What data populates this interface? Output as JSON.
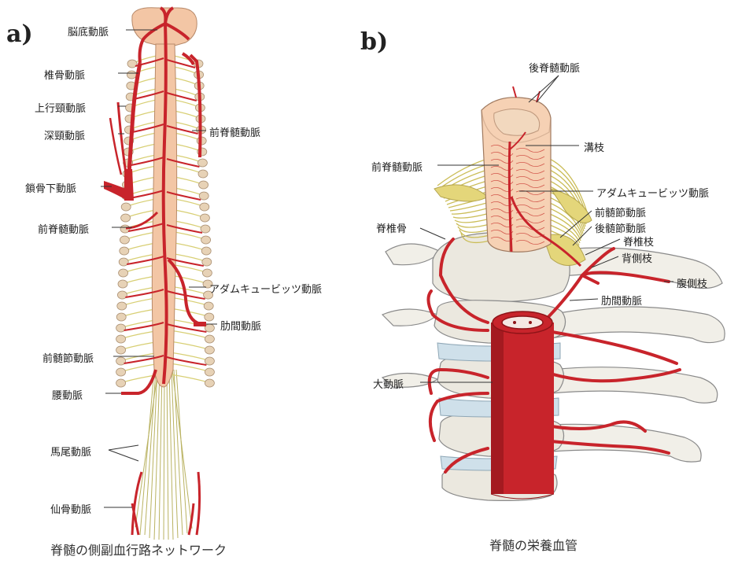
{
  "panel_a": {
    "letter": "a)",
    "caption": "脊髄の側副血行路ネットワーク",
    "labels": {
      "basilar": "脳底動脈",
      "vertebral": "椎骨動脈",
      "ascending_cervical": "上行頸動脈",
      "deep_cervical": "深頸動脈",
      "subclavian": "鎖骨下動脈",
      "anterior_spinal_left": "前脊髄動脈",
      "anterior_spinal_right": "前脊髄動脈",
      "adamkiewicz": "アダムキュービッツ動脈",
      "intercostal": "肋間動脈",
      "anterior_radicular": "前髄節動脈",
      "lumbar": "腰動脈",
      "cauda_equina": "馬尾動脈",
      "sacral": "仙骨動脈"
    }
  },
  "panel_b": {
    "letter": "b)",
    "caption": "脊髄の栄養血管",
    "labels": {
      "posterior_spinal": "後脊髄動脈",
      "sulcal": "溝枝",
      "anterior_spinal": "前脊髄動脈",
      "adamkiewicz": "アダムキュービッツ動脈",
      "anterior_radicular": "前髄節動脈",
      "posterior_radicular": "後髄節動脈",
      "spinal_branch": "脊椎枝",
      "vertebra": "脊椎骨",
      "dorsal_branch": "背側枝",
      "ventral_branch": "腹側枝",
      "intercostal": "肋間動脈",
      "aorta": "大動脈"
    }
  },
  "colors": {
    "artery": "#c8242b",
    "artery_dark": "#8e1418",
    "cord": "#f3c6a5",
    "bone": "#e9e6dc",
    "nerve": "#d8cf74",
    "disc": "#cfe0ea",
    "ganglion": "#e7d2b6"
  }
}
